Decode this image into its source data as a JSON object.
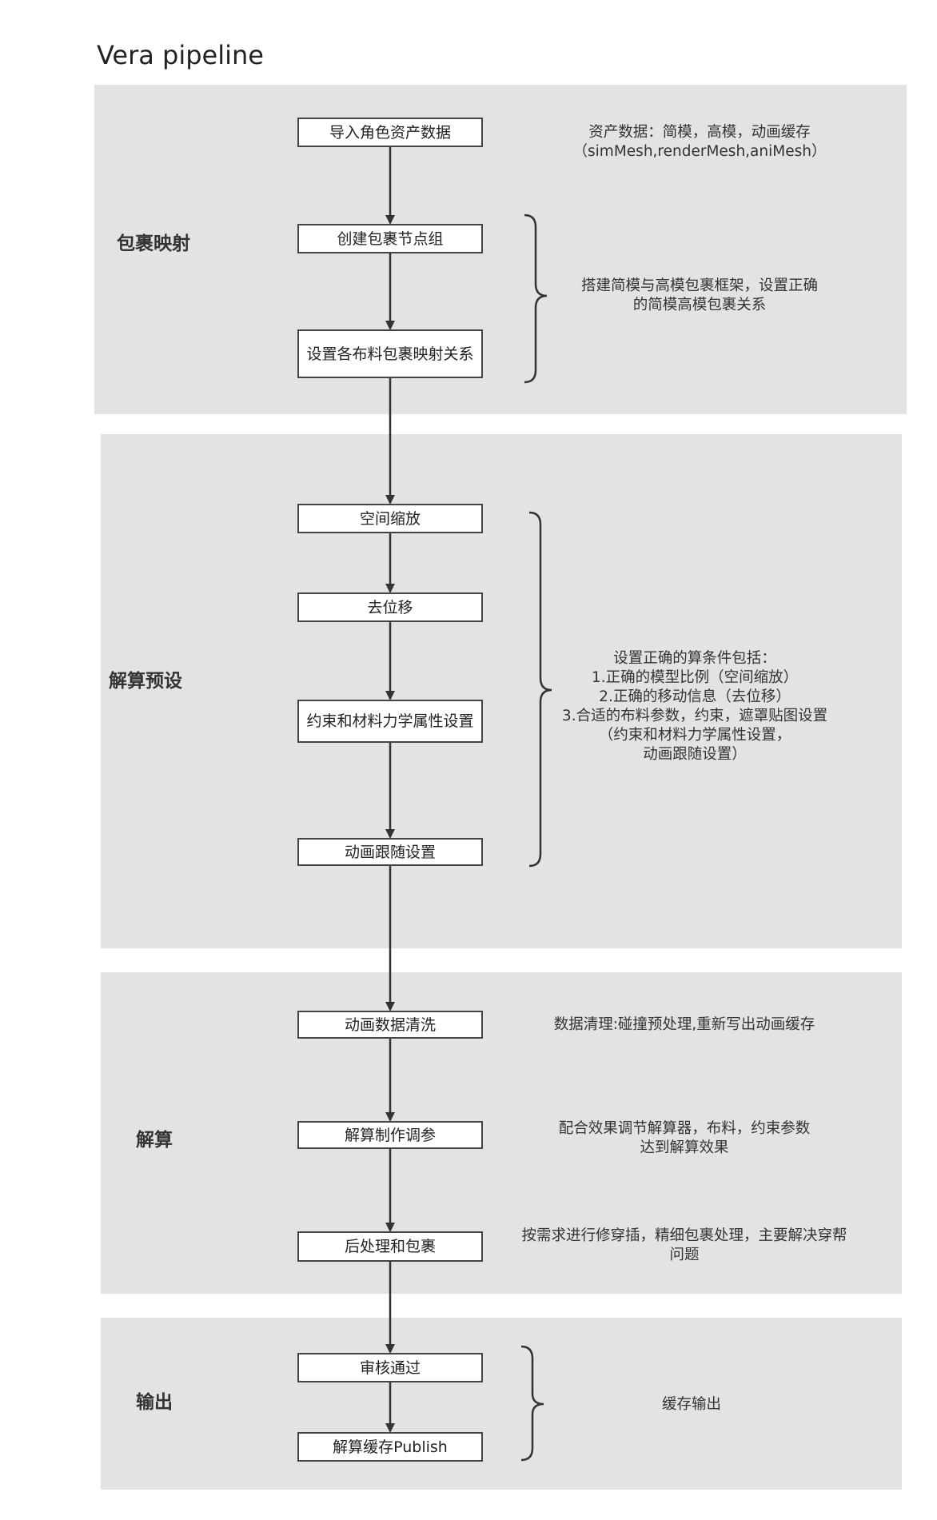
{
  "title": "Vera pipeline",
  "colors": {
    "band": "#e3e3e3",
    "box_border": "#444444",
    "arrow": "#333333"
  },
  "stages": {
    "wrap_mapping": "包裹映射",
    "sim_preset": "解算预设",
    "simulation": "解算",
    "output": "输出"
  },
  "steps": {
    "import_assets": "导入角色资产数据",
    "create_wrap_group": "创建包裹节点组",
    "set_cloth_wrap": "设置各布料包裹映射关系",
    "space_scale": "空间缩放",
    "remove_offset": "去位移",
    "constraint_material": "约束和材料力学属性设置",
    "anim_follow": "动画跟随设置",
    "anim_cleanup": "动画数据清洗",
    "sim_tuning": "解算制作调参",
    "post_wrap": "后处理和包裹",
    "review": "审核通过",
    "publish": "解算缓存Publish"
  },
  "notes": {
    "asset_data": "资产数据：简模，高模，动画缓存\n（simMesh,renderMesh,aniMesh）",
    "wrap_framework": "搭建简模与高模包裹框架，设置正确\n的简模高模包裹关系",
    "sim_conditions": "设置正确的算条件包括：\n1.正确的模型比例（空间缩放）\n2.正确的移动信息（去位移）\n3.合适的布料参数，约束，遮罩贴图设置\n（约束和材料力学属性设置，\n动画跟随设置）",
    "data_cleanup": "数据清理:碰撞预处理,重新写出动画缓存",
    "tuning_note": "配合效果调节解算器，布料，约束参数\n达到解算效果",
    "post_note": "按需求进行修穿插，精细包裹处理，主要解决穿帮\n问题",
    "cache_output": "缓存输出"
  }
}
